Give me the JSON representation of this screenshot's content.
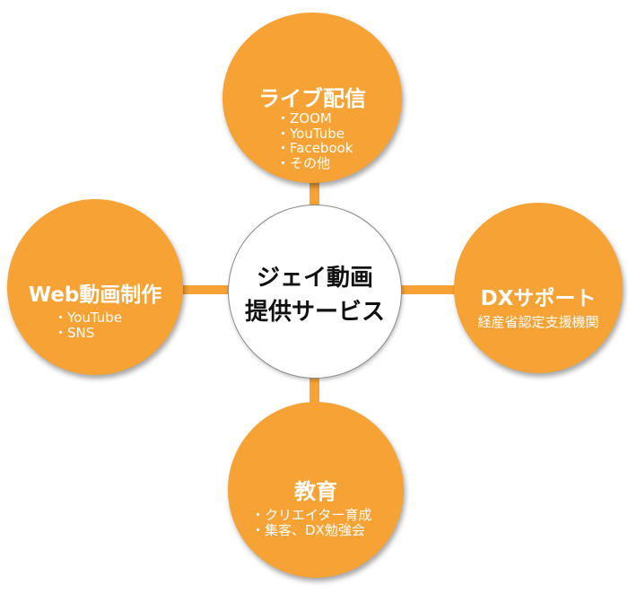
{
  "colors": {
    "accent": "#f7a234",
    "center_bg": "#ffffff",
    "center_border": "#8c8c8c",
    "bubble_text": "#ffffff",
    "center_text": "#111111"
  },
  "center": {
    "line1": "ジェイ動画",
    "line2": "提供サービス"
  },
  "nodes": {
    "top": {
      "title": "ライブ配信",
      "items": [
        "・ZOOM",
        "・YouTube",
        "・Facebook",
        "・その他"
      ]
    },
    "left": {
      "title": "Web動画制作",
      "items": [
        "・YouTube",
        "・SNS"
      ]
    },
    "right": {
      "title": "DXサポート",
      "subtitle": "経産省認定支援機関"
    },
    "bottom": {
      "title": "教育",
      "items": [
        "・クリエイター育成",
        "・集客、DX勉強会"
      ]
    }
  }
}
